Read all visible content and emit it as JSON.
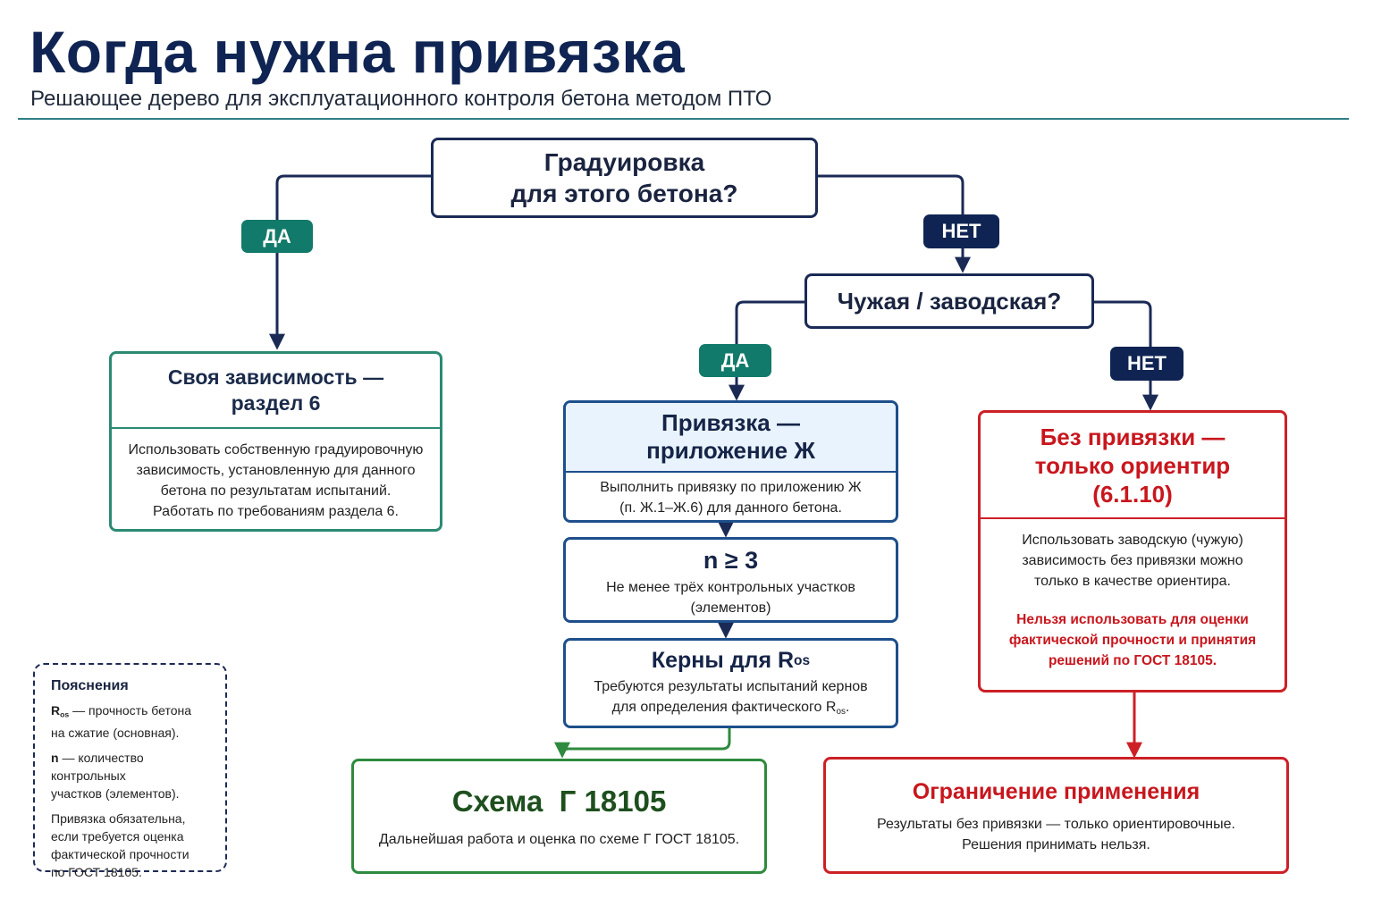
{
  "header": {
    "title": "Когда нужна привязка",
    "subtitle": "Решающее дерево для эксплуатационного контроля бетона методом ПТО"
  },
  "nodes": {
    "q1": {
      "line1": "Градуировка",
      "line2": "для этого бетона?"
    },
    "q2": {
      "text": "Чужая / заводская?"
    },
    "yes_label": "ДА",
    "no_label": "НЕТ",
    "own": {
      "title1": "Своя зависимость —",
      "title2": "раздел 6",
      "body": [
        "Использовать собственную градуировочную",
        "зависимость, установленную для данного",
        "бетона по результатам испытаний.",
        "Работать по требованиям раздела 6."
      ]
    },
    "binding": {
      "title1": "Привязка —",
      "title2": "приложение Ж",
      "body": [
        "Выполнить привязку по приложению Ж",
        "(п. Ж.1–Ж.6) для данного бетона."
      ]
    },
    "n3": {
      "title": "n ≥ 3",
      "body": [
        "Не менее трёх контрольных участков",
        "(элементов)"
      ]
    },
    "cores": {
      "title": "Керны для R",
      "title_sub": "os",
      "body1": "Требуются результаты испытаний кернов",
      "body2": "для определения фактического R",
      "body2_sub": "os",
      "body2_end": "."
    },
    "nobinding": {
      "title1": "Без привязки —",
      "title2": "только ориентир",
      "title3": "(6.1.10)",
      "body": [
        "Использовать заводскую (чужую)",
        "зависимость без привязки можно",
        "только в качестве ориентира."
      ],
      "warning": [
        "Нельзя использовать для оценки",
        "фактической прочности и принятия",
        "решений по ГОСТ 18105."
      ]
    },
    "scheme": {
      "title": "Схема  Г 18105",
      "body": "Дальнейшая работа и оценка по схеме Г ГОСТ 18105."
    },
    "limit": {
      "title": "Ограничение применения",
      "body": [
        "Результаты без привязки — только ориентировочные.",
        "Решения принимать нельзя."
      ]
    }
  },
  "notes": {
    "title": "Пояснения",
    "ros_symbol": "R",
    "ros_sub": "os",
    "ros_desc1": " — прочность бетона",
    "ros_desc2": "на сжатие (основная).",
    "n_symbol": "n",
    "n_desc1": " — количество контрольных",
    "n_desc2": "участков (элементов).",
    "binding_note": [
      "Привязка обязательна,",
      "если требуется оценка",
      "фактической прочности",
      "по ГОСТ 18105."
    ]
  },
  "colors": {
    "navy": "#0f2452",
    "teal": "#127a6a",
    "blue": "#1d4f8b",
    "red": "#cc2026",
    "green": "#2e8a3e"
  }
}
